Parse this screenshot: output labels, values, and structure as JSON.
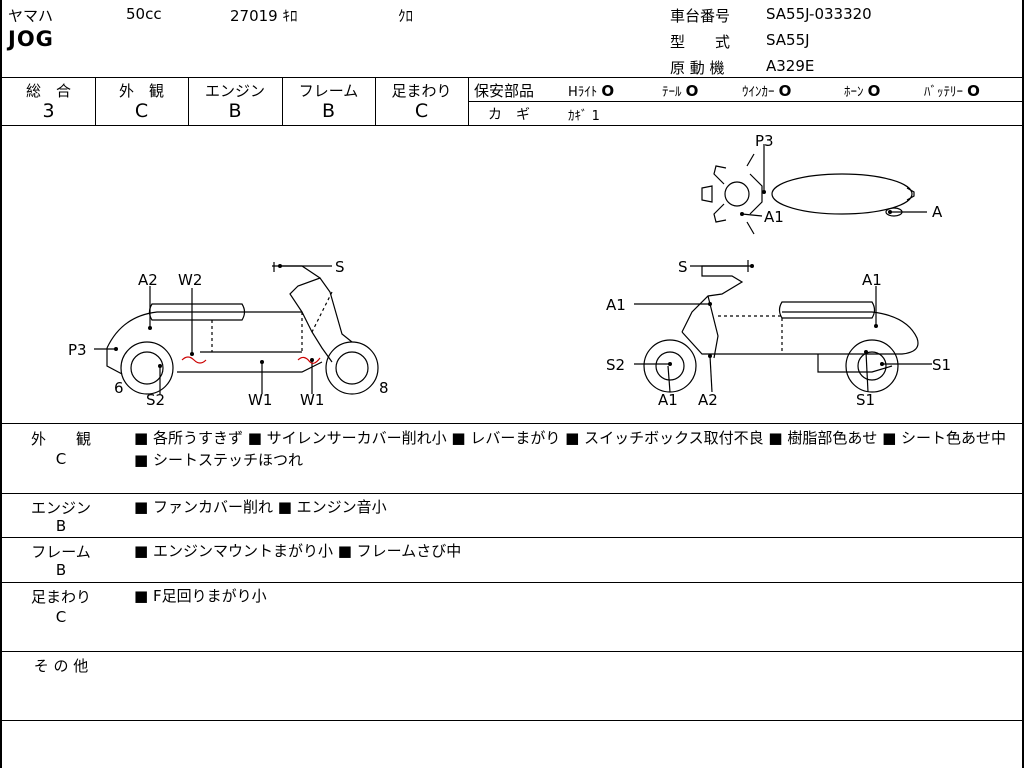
{
  "header": {
    "maker": "ヤマハ",
    "displacement": "50cc",
    "mileage": "27019 ｷﾛ",
    "color": "ｸﾛ",
    "model_name": "JOG",
    "frame_number_label": "車台番号",
    "frame_number": "SA55J-033320",
    "model_type_label": "型　　式",
    "model_type": "SA55J",
    "engine_label": "原 動 機",
    "engine": "A329E"
  },
  "grades": [
    {
      "label": "総　合",
      "value": "3"
    },
    {
      "label": "外　観",
      "value": "C"
    },
    {
      "label": "エンジン",
      "value": "B"
    },
    {
      "label": "フレーム",
      "value": "B"
    },
    {
      "label": "足まわり",
      "value": "C"
    }
  ],
  "safety": {
    "label": "保安部品",
    "items": [
      {
        "label": "Hﾗｲﾄ",
        "mark": "O"
      },
      {
        "label": "ﾃｰﾙ",
        "mark": "O"
      },
      {
        "label": "ｳｲﾝｶｰ",
        "mark": "O"
      },
      {
        "label": "ﾎｰﾝ",
        "mark": "O"
      },
      {
        "label": "ﾊﾞｯﾃﾘｰ",
        "mark": "O"
      }
    ],
    "key_label": "カ　ギ",
    "key_value": "ｶｷﾞ 1"
  },
  "diagram": {
    "top_labels": {
      "p3": "P3",
      "a1": "A1",
      "a": "A"
    },
    "left_labels": {
      "s": "S",
      "a2": "A2",
      "w2": "W2",
      "p3": "P3",
      "six": "6",
      "s2": "S2",
      "w1a": "W1",
      "w1b": "W1",
      "eight": "8"
    },
    "right_labels": {
      "s": "S",
      "a1_top": "A1",
      "a1_left": "A1",
      "s2": "S2",
      "s1": "S1",
      "a1_bottom": "A1",
      "a2": "A2",
      "s1_bottom": "S1"
    }
  },
  "sections": [
    {
      "label": "外　　観",
      "grade": "C",
      "text": "■ 各所うすきず ■ サイレンサーカバー削れ小 ■ レバーまがり ■ スイッチボックス取付不良 ■ 樹脂部色あせ ■ シート色あせ中 ■ シートステッチほつれ"
    },
    {
      "label": "エンジン",
      "grade": "B",
      "text": "■ ファンカバー削れ ■ エンジン音小"
    },
    {
      "label": "フレーム",
      "grade": "B",
      "text": "■ エンジンマウントまがり小 ■ フレームさび中"
    },
    {
      "label": "足まわり",
      "grade": "C",
      "text": "■ F足回りまがり小"
    },
    {
      "label": "そ の 他",
      "grade": "",
      "text": ""
    }
  ]
}
